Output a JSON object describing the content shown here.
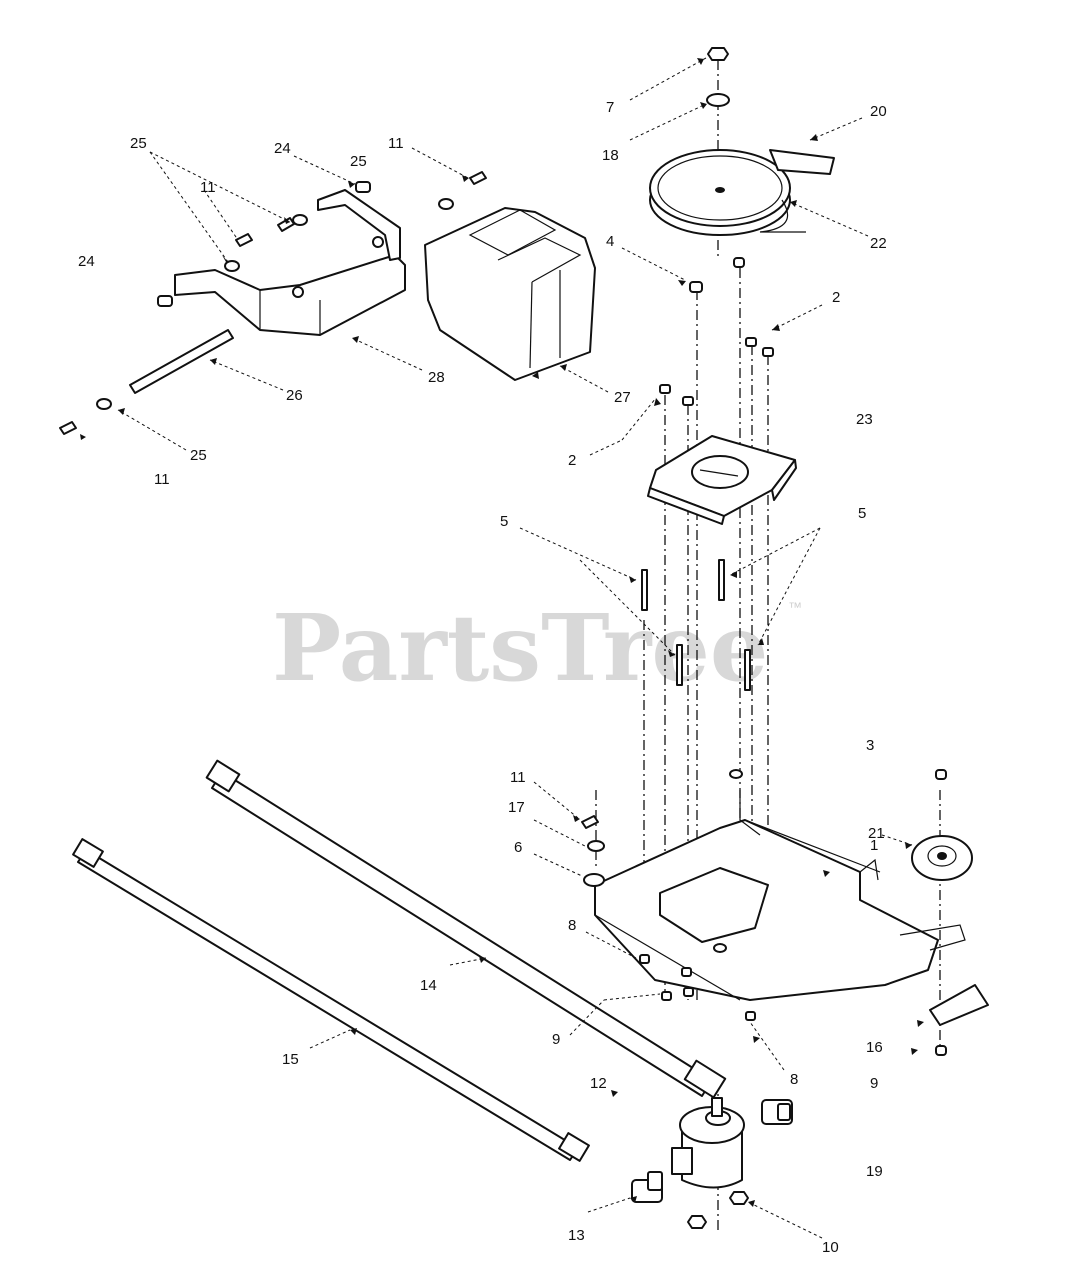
{
  "watermark": {
    "text": "PartsTree",
    "trademark": "™"
  },
  "callouts": [
    {
      "id": "c7",
      "label": "7"
    },
    {
      "id": "c20",
      "label": "20"
    },
    {
      "id": "c18",
      "label": "18"
    },
    {
      "id": "c22",
      "label": "22"
    },
    {
      "id": "c4",
      "label": "4"
    },
    {
      "id": "c2a",
      "label": "2"
    },
    {
      "id": "c2b",
      "label": "2"
    },
    {
      "id": "c23",
      "label": "23"
    },
    {
      "id": "c25a",
      "label": "25"
    },
    {
      "id": "c24a",
      "label": "24"
    },
    {
      "id": "c25b",
      "label": "25"
    },
    {
      "id": "c11a",
      "label": "11"
    },
    {
      "id": "c11b",
      "label": "11"
    },
    {
      "id": "c24b",
      "label": "24"
    },
    {
      "id": "c26",
      "label": "26"
    },
    {
      "id": "c28",
      "label": "28"
    },
    {
      "id": "c27",
      "label": "27"
    },
    {
      "id": "c25c",
      "label": "25"
    },
    {
      "id": "c11c",
      "label": "11"
    },
    {
      "id": "c5a",
      "label": "5"
    },
    {
      "id": "c5b",
      "label": "5"
    },
    {
      "id": "c3",
      "label": "3"
    },
    {
      "id": "c11d",
      "label": "11"
    },
    {
      "id": "c17",
      "label": "17"
    },
    {
      "id": "c21",
      "label": "21"
    },
    {
      "id": "c1",
      "label": "1"
    },
    {
      "id": "c6",
      "label": "6"
    },
    {
      "id": "c8a",
      "label": "8"
    },
    {
      "id": "c14",
      "label": "14"
    },
    {
      "id": "c9a",
      "label": "9"
    },
    {
      "id": "c15",
      "label": "15"
    },
    {
      "id": "c16",
      "label": "16"
    },
    {
      "id": "c8b",
      "label": "8"
    },
    {
      "id": "c9b",
      "label": "9"
    },
    {
      "id": "c12",
      "label": "12"
    },
    {
      "id": "c19",
      "label": "19"
    },
    {
      "id": "c13",
      "label": "13"
    },
    {
      "id": "c10",
      "label": "10"
    }
  ]
}
